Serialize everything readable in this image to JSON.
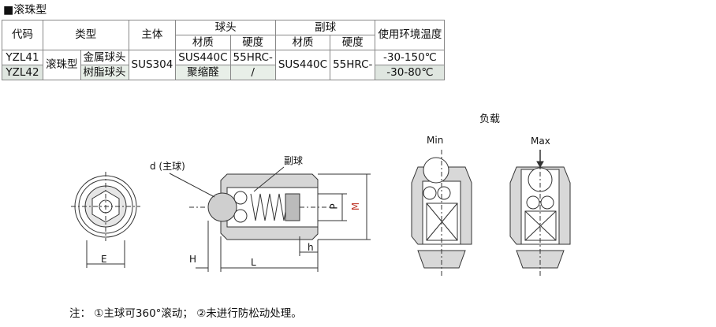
{
  "title": "■滚珠型",
  "table": {
    "h_code": "代码",
    "h_type": "类型",
    "h_body": "主体",
    "h_ball_head": "球头",
    "h_sub_ball": "副球",
    "h_material": "材质",
    "h_hardness": "硬度",
    "h_temp": "使用环境温度",
    "rows": [
      {
        "code": "YZL41",
        "type": "滚珠型",
        "subtype": "金属球头",
        "body": "SUS304",
        "head_mat": "SUS440C",
        "head_hard": "55HRC-",
        "sub_mat": "SUS440C",
        "sub_hard": "55HRC-",
        "temp": "-30-150℃"
      },
      {
        "code": "YZL42",
        "subtype": "树脂球头",
        "head_mat": "聚缩醛",
        "head_hard": "/",
        "temp": "-30-80℃"
      }
    ]
  },
  "drawing": {
    "load": "负载",
    "min": "Min",
    "max": "Max",
    "d_main": "d (主球)",
    "sub_ball": "副球",
    "E": "E",
    "H": "H",
    "L": "L",
    "h": "h",
    "P": "P",
    "M": "M"
  },
  "note": "注： ①主球可360°滚动； ②未进行防松动处理。"
}
